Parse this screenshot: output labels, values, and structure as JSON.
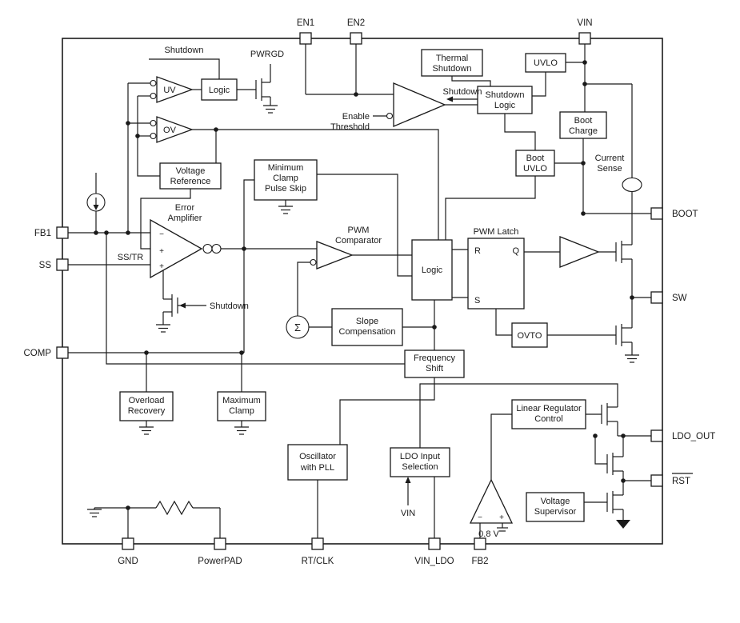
{
  "colors": {
    "ink": "#1a1a1a",
    "background": "#ffffff"
  },
  "pins": {
    "en1": "EN1",
    "en2": "EN2",
    "vin": "VIN",
    "fb1": "FB1",
    "ss": "SS",
    "comp": "COMP",
    "boot": "BOOT",
    "sw": "SW",
    "ldo_out": "LDO_OUT",
    "rst": "RST",
    "gnd": "GND",
    "powerpad": "PowerPAD",
    "rt_clk": "RT/CLK",
    "vin_ldo": "VIN_LDO",
    "fb2": "FB2"
  },
  "blocks": {
    "logic_top": {
      "lines": [
        "Logic"
      ]
    },
    "thermal_shutdown": {
      "lines": [
        "Thermal",
        "Shutdown"
      ]
    },
    "uvlo": {
      "lines": [
        "UVLO"
      ]
    },
    "shutdown_logic": {
      "lines": [
        "Shutdown",
        "Logic"
      ]
    },
    "boot_charge": {
      "lines": [
        "Boot",
        "Charge"
      ]
    },
    "boot_uvlo": {
      "lines": [
        "Boot",
        "UVLO"
      ]
    },
    "voltage_reference": {
      "lines": [
        "Voltage",
        "Reference"
      ]
    },
    "minimum_clamp": {
      "lines": [
        "Minimum",
        "Clamp",
        "Pulse Skip"
      ]
    },
    "logic_center": {
      "lines": [
        "Logic"
      ]
    },
    "slope_compensation": {
      "lines": [
        "Slope",
        "Compensation"
      ]
    },
    "frequency_shift": {
      "lines": [
        "Frequency",
        "Shift"
      ]
    },
    "ovto": {
      "lines": [
        "OVTO"
      ]
    },
    "overload_recovery": {
      "lines": [
        "Overload",
        "Recovery"
      ]
    },
    "maximum_clamp": {
      "lines": [
        "Maximum",
        "Clamp"
      ]
    },
    "oscillator_pll": {
      "lines": [
        "Oscillator",
        "with PLL"
      ]
    },
    "ldo_input_selection": {
      "lines": [
        "LDO Input",
        "Selection"
      ]
    },
    "linear_regulator_control": {
      "lines": [
        "Linear Regulator",
        "Control"
      ]
    },
    "voltage_supervisor": {
      "lines": [
        "Voltage",
        "Supervisor"
      ]
    }
  },
  "labels": {
    "shutdown_top": "Shutdown",
    "pwrgd": "PWRGD",
    "uv": "UV",
    "ov": "OV",
    "enable_threshold": {
      "lines": [
        "Enable",
        "Threshold"
      ]
    },
    "shutdown_signal": "Shutdown",
    "current_sense": {
      "lines": [
        "Current",
        "Sense"
      ]
    },
    "error_amplifier": {
      "lines": [
        "Error",
        "Amplifier"
      ]
    },
    "ss_tr": "SS/TR",
    "pwm_comparator": {
      "lines": [
        "PWM",
        "Comparator"
      ]
    },
    "pwm_latch": "PWM Latch",
    "latch_r": "R",
    "latch_q": "Q",
    "latch_s": "S",
    "shutdown_gate": "Shutdown",
    "sigma": "Σ",
    "vin_internal": "VIN",
    "vref_ldo": "0.8 V",
    "minus": "−",
    "plus": "+"
  }
}
